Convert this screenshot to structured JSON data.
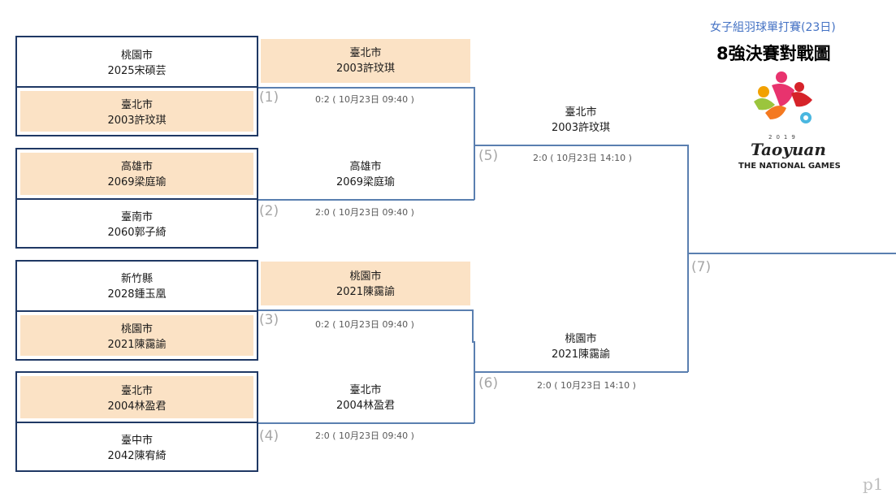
{
  "header": {
    "subtitle": "女子組羽球單打賽(23日)",
    "title": "8強決賽對戰圖"
  },
  "logo": {
    "year": "2019",
    "wordmark": "Taoyuan",
    "caption": "THE NATIONAL GAMES"
  },
  "players": [
    {
      "city": "桃園市",
      "name": "2025宋碩芸",
      "winner": false
    },
    {
      "city": "臺北市",
      "name": "2003許玟琪",
      "winner": true
    },
    {
      "city": "高雄市",
      "name": "2069梁庭瑜",
      "winner": true
    },
    {
      "city": "臺南市",
      "name": "2060郭子綺",
      "winner": false
    },
    {
      "city": "新竹縣",
      "name": "2028鍾玉凰",
      "winner": false
    },
    {
      "city": "桃園市",
      "name": "2021陳靄諭",
      "winner": true
    },
    {
      "city": "臺北市",
      "name": "2004林盈君",
      "winner": true
    },
    {
      "city": "臺中市",
      "name": "2042陳宥綺",
      "winner": false
    }
  ],
  "quarterfinals": [
    {
      "num": "(1)",
      "score": "0:2 ( 10月23日 09:40 )",
      "winner_city": "臺北市",
      "winner_name": "2003許玟琪"
    },
    {
      "num": "(2)",
      "score": "2:0 ( 10月23日 09:40 )",
      "winner_city": "高雄市",
      "winner_name": "2069梁庭瑜"
    },
    {
      "num": "(3)",
      "score": "0:2 ( 10月23日 09:40 )",
      "winner_city": "桃園市",
      "winner_name": "2021陳靄諭"
    },
    {
      "num": "(4)",
      "score": "2:0 ( 10月23日 09:40 )",
      "winner_city": "臺北市",
      "winner_name": "2004林盈君"
    }
  ],
  "semifinals": [
    {
      "num": "(5)",
      "score": "2:0 ( 10月23日 14:10 )",
      "winner_city": "臺北市",
      "winner_name": "2003許玟琪"
    },
    {
      "num": "(6)",
      "score": "2:0 ( 10月23日 14:10 )",
      "winner_city": "桃園市",
      "winner_name": "2021陳靄諭"
    }
  ],
  "final": {
    "num": "(7)"
  },
  "page_number": "p1",
  "colors": {
    "box_border": "#1f3864",
    "winner_fill": "#fbe2c5",
    "bracket_line": "#5a7fb0",
    "subtitle": "#4472c4"
  }
}
